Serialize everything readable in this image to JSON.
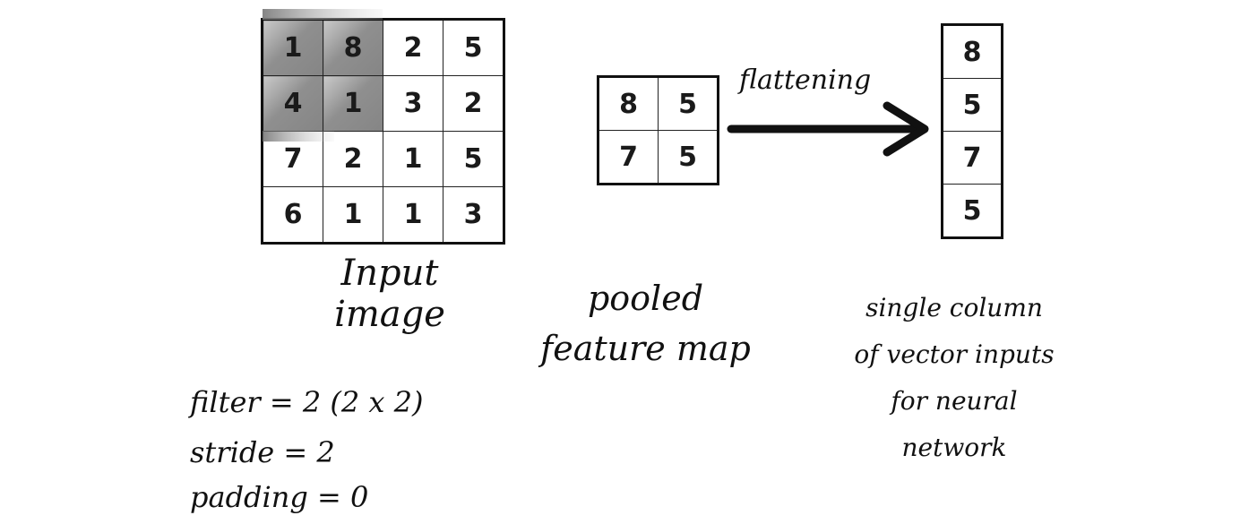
{
  "input_image": {
    "rows": [
      [
        "1",
        "8",
        "2",
        "5"
      ],
      [
        "4",
        "1",
        "3",
        "2"
      ],
      [
        "7",
        "2",
        "1",
        "5"
      ],
      [
        "6",
        "1",
        "1",
        "3"
      ]
    ],
    "caption_line1": "Input",
    "caption_line2": "image"
  },
  "pooled": {
    "rows": [
      [
        "8",
        "5"
      ],
      [
        "7",
        "5"
      ]
    ],
    "caption_line1": "pooled",
    "caption_line2": "feature map"
  },
  "flatten_label": "flattening",
  "vector": {
    "values": [
      "8",
      "5",
      "7",
      "5"
    ],
    "caption_lines": [
      "single column",
      "of vector inputs",
      "for neural",
      "network"
    ]
  },
  "params": {
    "filter": "filter = 2 (2 x 2)",
    "stride": "stride = 2",
    "padding": "padding = 0"
  },
  "colors": {
    "highlight": "#8a8a8a",
    "ink": "#111111"
  }
}
